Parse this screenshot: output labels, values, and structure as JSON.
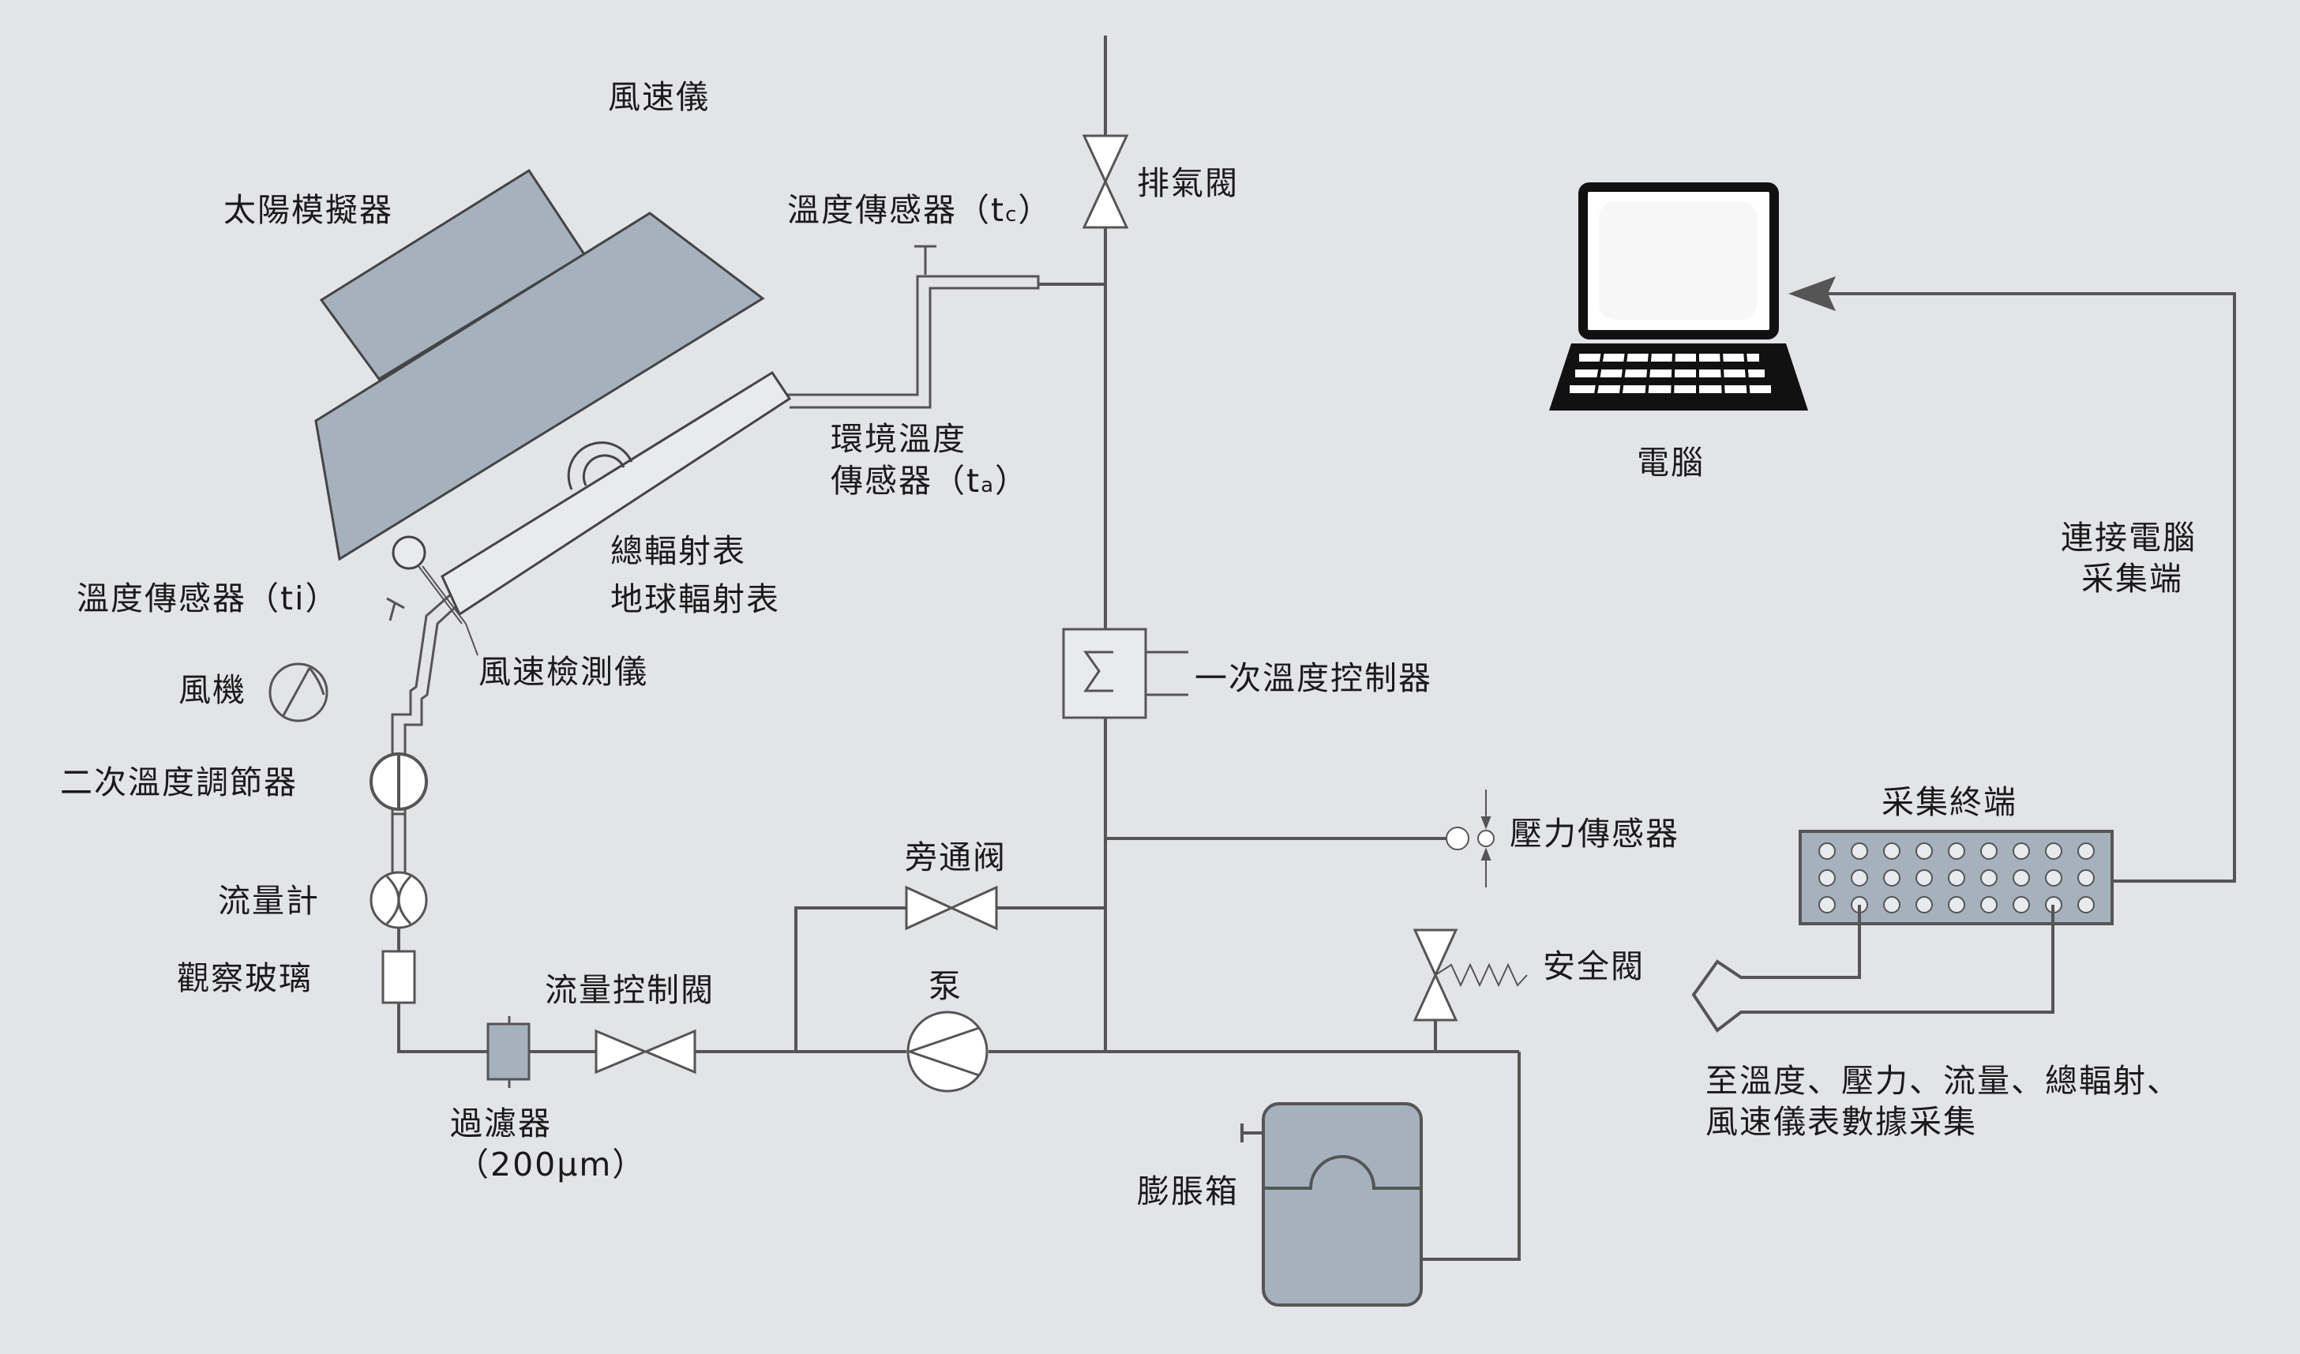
{
  "labels": {
    "anemometer": "風速儀",
    "solar_simulator": "太陽模擬器",
    "temp_sensor_tc": "溫度傳感器（t",
    "tc_sub": "c",
    "tc_close": "）",
    "exhaust_valve": "排氣閥",
    "ambient_line1": "環境溫度",
    "ambient_line2": "傳感器（t",
    "ta_sub": "a",
    "ta_close": "）",
    "pyranometer": "總輻射表",
    "pyrgeometer": "地球輻射表",
    "temp_sensor_ti": "溫度傳感器（ti）",
    "wind_detector": "風速檢測儀",
    "fan": "風機",
    "secondary_regulator": "二次溫度調節器",
    "flow_meter": "流量計",
    "sight_glass": "觀察玻璃",
    "flow_control_valve": "流量控制閥",
    "filter": "過濾器",
    "filter_spec": "（200μm）",
    "bypass_valve": "旁通阀",
    "pump": "泵",
    "primary_controller": "一次溫度控制器",
    "pressure_sensor": "壓力傳感器",
    "safety_valve": "安全閥",
    "expansion_tank": "膨脹箱",
    "computer": "電腦",
    "pc_link_line1": "連接電腦",
    "pc_link_line2": "采集端",
    "daq_terminal": "采集終端",
    "daq_targets_line1": "至溫度、壓力、流量、總輻射、",
    "daq_targets_line2": "風速儀表數據采集"
  },
  "colors": {
    "background": "#e3e4e8",
    "component_fill": "#a5b2bd",
    "line": "#555555"
  }
}
